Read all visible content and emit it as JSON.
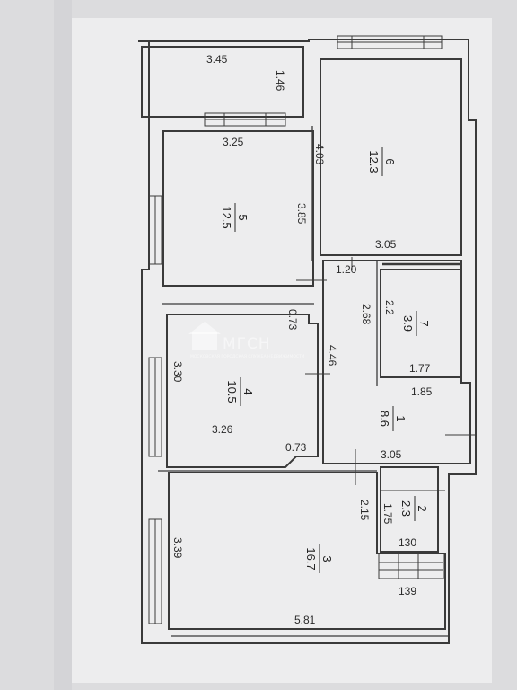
{
  "watermark": {
    "text": "МГСН",
    "subtext": "МОСКОВСКАЯ ГОРОДСКАЯ СЛУЖБА НЕДВИЖИМОСТИ"
  },
  "rooms": [
    {
      "number": "6",
      "area": "12.3"
    },
    {
      "number": "5",
      "area": "12.5"
    },
    {
      "number": "7",
      "area": "3.9"
    },
    {
      "number": "1",
      "area": "8.6"
    },
    {
      "number": "4",
      "area": "10.5"
    },
    {
      "number": "2",
      "area": "2.3"
    },
    {
      "number": "3",
      "area": "16.7"
    }
  ],
  "dimensions": {
    "balcony_length": "3.45",
    "balcony_width": "1.46",
    "room5_top": "3.25",
    "room6_side": "4.03",
    "room5_side": "3.85",
    "room6_bottom": "3.05",
    "hall_top": "1.20",
    "room7_height": "2.2",
    "hall_side": "2.68",
    "room4_notch_top": "0.73",
    "hall_length": "4.46",
    "room7_bottom": "1.77",
    "hall_bottom_right": "1.85",
    "room4_side": "3.30",
    "room4_bottom": "3.26",
    "room4_notch_bottom": "0.73",
    "hall_bottom": "3.05",
    "room3_right": "2.15",
    "room2_side": "1.75",
    "room2_bottom": "130",
    "room3_side": "3.39",
    "room3_closet": "139",
    "room3_bottom": "5.81"
  }
}
